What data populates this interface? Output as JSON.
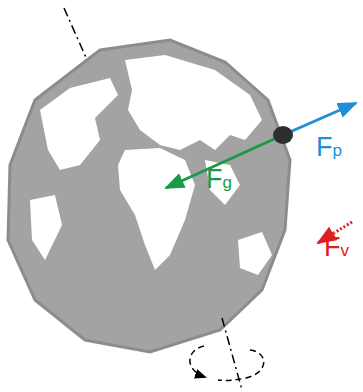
{
  "diagram": {
    "labels": [
      "Fp",
      "Fg",
      "Fv"
    ]
  }
}
